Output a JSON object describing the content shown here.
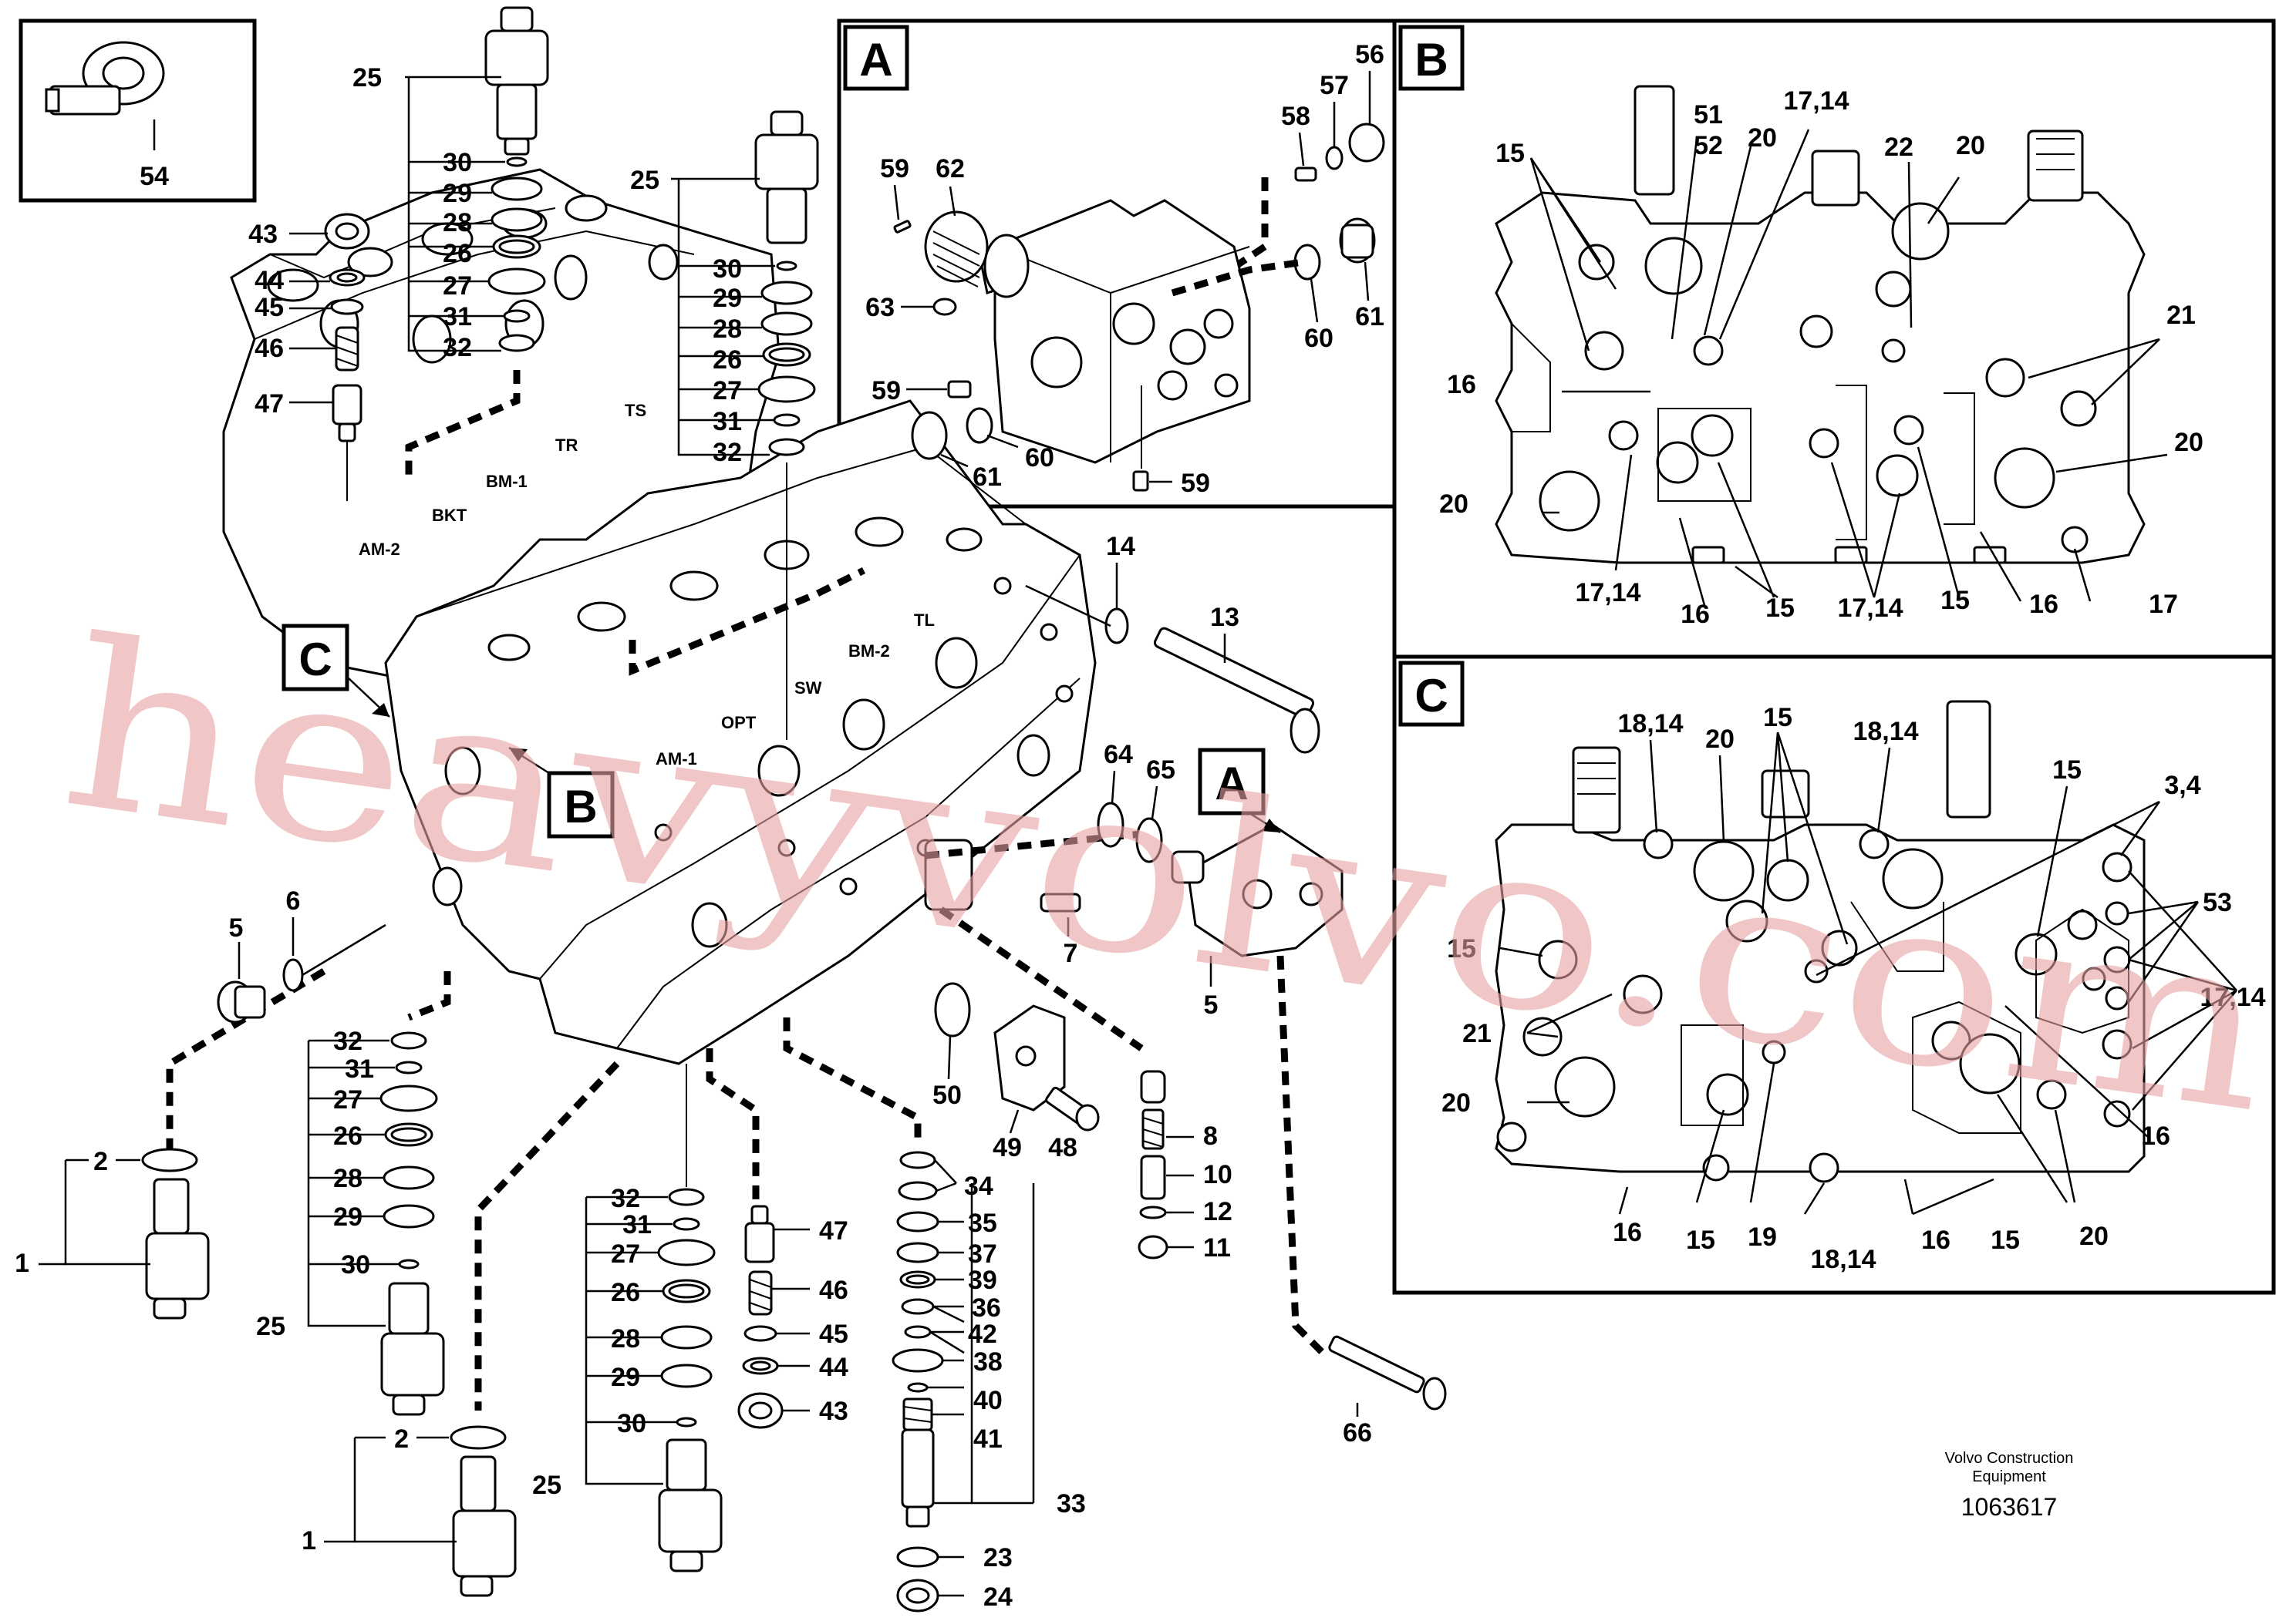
{
  "callouts": {
    "c1": "1",
    "c2": "2",
    "c5": "5",
    "c6": "6",
    "c7": "7",
    "c8": "8",
    "c10": "10",
    "c11": "11",
    "c12": "12",
    "c13": "13",
    "c14": "14",
    "c23": "23",
    "c24": "24",
    "c25": "25",
    "c26": "26",
    "c27": "27",
    "c28": "28",
    "c29": "29",
    "c30": "30",
    "c31": "31",
    "c32": "32",
    "c33": "33",
    "c34": "34",
    "c35": "35",
    "c36": "36",
    "c37": "37",
    "c38": "38",
    "c39": "39",
    "c40": "40",
    "c41": "41",
    "c42": "42",
    "c43": "43",
    "c44": "44",
    "c45": "45",
    "c46": "46",
    "c47": "47",
    "c48": "48",
    "c49": "49",
    "c50": "50",
    "c54": "54",
    "c56": "56",
    "c57": "57",
    "c58": "58",
    "c59": "59",
    "c60": "60",
    "c61": "61",
    "c62": "62",
    "c63": "63",
    "c64": "64",
    "c65": "65",
    "c66": "66",
    "b15": "15",
    "b16": "16",
    "b17": "17",
    "b20": "20",
    "b21": "21",
    "b22": "22",
    "b51": "51",
    "b52": "52",
    "b1714": "17,14",
    "cc15": "15",
    "cc16": "16",
    "cc19": "19",
    "cc20": "20",
    "cc21": "21",
    "cc53": "53",
    "cc34": "3,4",
    "cc1814": "18,14",
    "cc1714": "17,14"
  },
  "detail_tags": {
    "a": "A",
    "b": "B",
    "c": "C"
  },
  "ports": {
    "ts": "TS",
    "tr": "TR",
    "bm1": "BM-1",
    "bkt": "BKT",
    "am2": "AM-2",
    "tl": "TL",
    "bm2": "BM-2",
    "sw": "SW",
    "opt": "OPT",
    "am1": "AM-1"
  },
  "footer": {
    "brand_line1": "Volvo Construction",
    "brand_line2": "Equipment",
    "doc_number": "1063617"
  },
  "watermark": "heavyvolvo.com"
}
